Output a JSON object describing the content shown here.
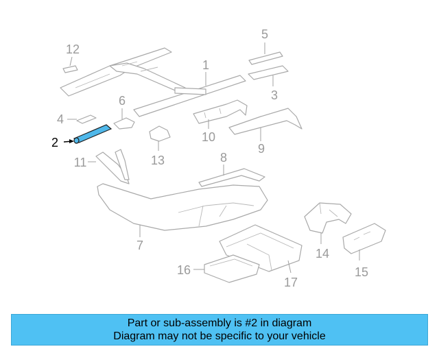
{
  "diagram": {
    "callouts": {
      "c1": "1",
      "c2": "2",
      "c3": "3",
      "c4": "4",
      "c5": "5",
      "c6": "6",
      "c7": "7",
      "c8": "8",
      "c9": "9",
      "c10": "10",
      "c11": "11",
      "c12": "12",
      "c13": "13",
      "c14": "14",
      "c15": "15",
      "c16": "16",
      "c17": "17"
    },
    "highlighted_part": "2",
    "highlight_color": "#4fb8ea"
  },
  "caption": {
    "line1": "Part or sub-assembly is #2 in diagram",
    "line2": "Diagram may not be specific to your vehicle",
    "background": "#4fc1f3"
  }
}
